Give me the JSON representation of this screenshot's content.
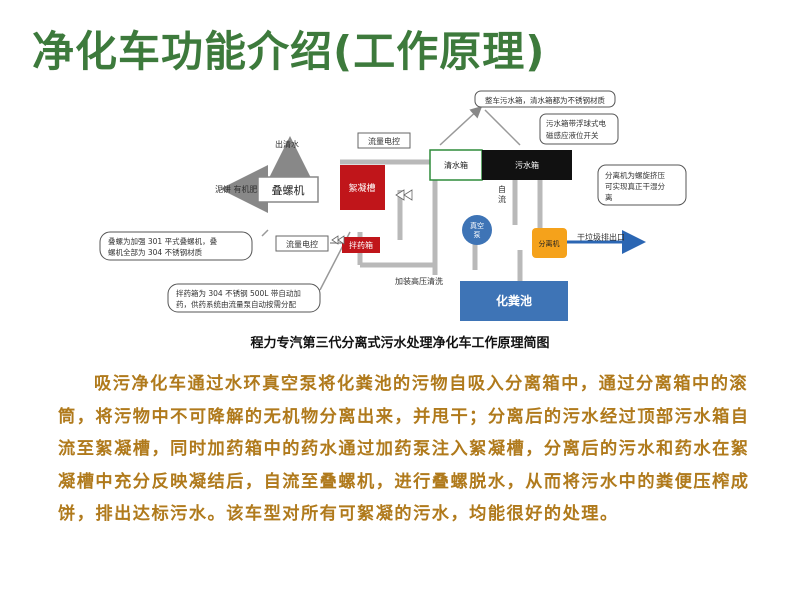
{
  "page": {
    "title": "净化车功能介绍(工作原理)",
    "caption": "程力专汽第三代分离式污水处理净化车工作原理简图",
    "paragraph": "吸污净化车通过水环真空泵将化粪池的污物自吸入分离箱中，通过分离箱中的滚筒，将污物中不可降解的无机物分离出来，并甩干；分离后的污水经过顶部污水箱自流至絮凝槽，同时加药箱中的药水通过加药泵注入絮凝槽，分离后的污水和药水在絮凝槽中充分反映凝结后，自流至叠螺机，进行叠螺脱水，从而将污水中的粪便压榨成饼，排出达标污水。该车型对所有可絮凝的污水，均能很好的处理。"
  },
  "diagram": {
    "labels": {
      "clean_water_tank": "清水箱",
      "sewage_tank": "污水箱",
      "flocculation_tank": "絮凝槽",
      "dosing_tank": "拌药箱",
      "screw_press": "叠螺机",
      "separator": "分离机",
      "vacuum_pump": "真空泵",
      "septic_tank": "化粪池",
      "clean_water_out": "出清水",
      "sludge_out": "泥饼 有机肥",
      "flow_control_1": "流量电控",
      "flow_control_2": "流量电控",
      "gravity_flow": "自流",
      "high_pressure_wash": "加装高压清洗",
      "dry_waste_out": "干垃圾排出口"
    },
    "callouts": {
      "top": "整车污水箱，清水箱都为不锈钢材质",
      "float_switch": "污水箱带浮球式电磁感应液位开关",
      "separator_note": "分离机为螺旋挤压可实现真正干湿分离",
      "screw_note": "叠螺为加强 301 平式叠螺机，叠螺机全部为 304 不锈钢材质",
      "dosing_note": "拌药箱为 304 不锈钢 500L 带自动加药，供药系统由流量泵自动按需分配"
    },
    "colors": {
      "title": "#3d7a3c",
      "flocculation": "#c0151a",
      "sewage_tank": "#111111",
      "separator": "#f5a21b",
      "septic": "#3e74b6",
      "vacuum_pump": "#3e74b6",
      "arrow": "#2b66b3",
      "pipe": "#8a8a8a",
      "text_body": "#b07a1c"
    }
  }
}
